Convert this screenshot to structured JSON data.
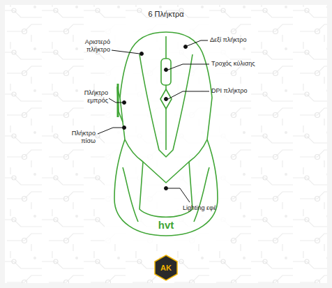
{
  "diagram": {
    "title": "6 Πλήκτρα",
    "labels": [
      "Αριστερό πλήκτρο",
      "Δεξί πλήκτρο",
      "Τροχός κύλισης",
      "DPI πλήκτρο",
      "Πλήκτρο εμπρός",
      "Πλήκτρο πίσω",
      "Lighting εφέ",
      "hvt",
      "AK"
    ]
  }
}
